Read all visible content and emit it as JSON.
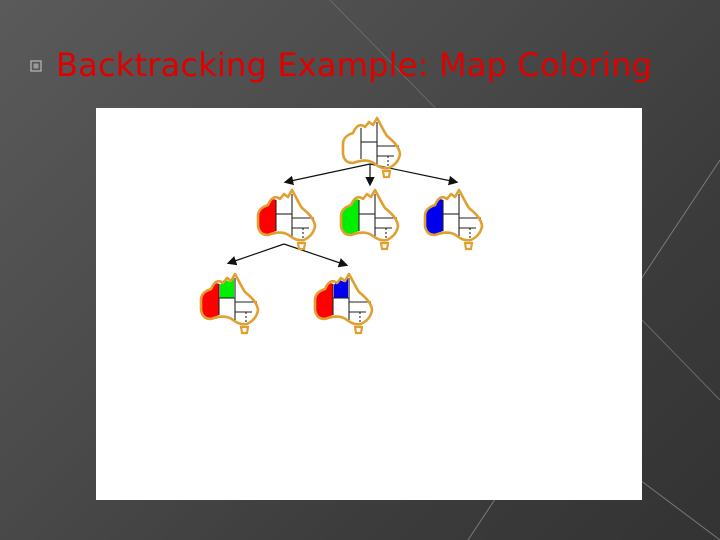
{
  "slide": {
    "title": "Backtracking Example: Map Coloring"
  },
  "colors": {
    "title": "#e00000",
    "outline": "#e0a030",
    "red": "#ff0000",
    "green": "#00ee00",
    "blue": "#0000ee"
  },
  "tree": {
    "root": {
      "coloring": "none"
    },
    "level1": [
      {
        "coloring": "red"
      },
      {
        "coloring": "green"
      },
      {
        "coloring": "blue"
      }
    ],
    "level2": [
      {
        "coloring": "red+green"
      },
      {
        "coloring": "red+blue"
      }
    ]
  }
}
